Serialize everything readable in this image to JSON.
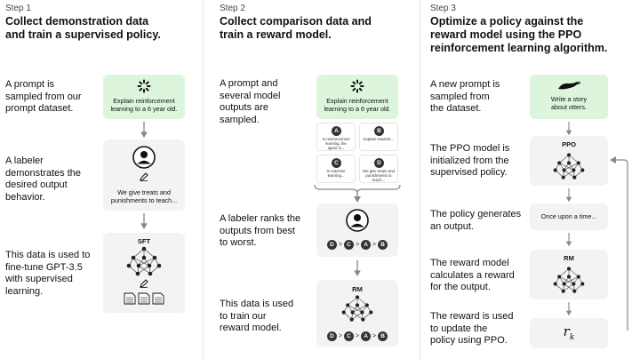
{
  "steps": [
    {
      "step_label": "Step 1",
      "heading": [
        "Collect demonstration data",
        "and train a supervised policy."
      ],
      "descriptions": [
        [
          "A prompt is",
          "sampled from our",
          "prompt dataset."
        ],
        [
          "A labeler",
          "demonstrates the",
          "desired output",
          "behavior."
        ],
        [
          "This data is used to",
          "fine-tune GPT-3.5",
          "with supervised",
          "learning."
        ]
      ],
      "prompt_box": [
        "Explain reinforcement",
        "learning to a 6 year old."
      ],
      "demo_box": [
        "We give treats and",
        "punishments to teach..."
      ],
      "model_label": "SFT"
    },
    {
      "step_label": "Step 2",
      "heading": [
        "Collect comparison data and",
        "train a reward model."
      ],
      "descriptions": [
        [
          "A prompt and",
          "several model",
          "outputs are",
          "sampled."
        ],
        [
          "A labeler ranks the",
          "outputs from best",
          "to worst."
        ],
        [
          "This data is used",
          "to train our",
          "reward model."
        ]
      ],
      "prompt_box": [
        "Explain reinforcement",
        "learning to a 6 year old."
      ],
      "outputs": [
        {
          "letter": "A",
          "text": [
            "In reinforcement",
            "learning, the",
            "agent is..."
          ]
        },
        {
          "letter": "B",
          "text": [
            "Explain rewards..."
          ]
        },
        {
          "letter": "C",
          "text": [
            "In machine",
            "learning..."
          ]
        },
        {
          "letter": "D",
          "text": [
            "We give treats and",
            "punishments to",
            "teach..."
          ]
        }
      ],
      "ranking": [
        "D",
        ">",
        "C",
        ">",
        "A",
        ">",
        "B"
      ],
      "model_label": "RM"
    },
    {
      "step_label": "Step 3",
      "heading": [
        "Optimize a policy against the",
        "reward model using the PPO",
        "reinforcement learning algorithm."
      ],
      "descriptions": [
        [
          "A new prompt is",
          "sampled from",
          "the dataset."
        ],
        [
          "The PPO model is",
          "initialized from the",
          "supervised policy."
        ],
        [
          "The policy generates",
          "an output."
        ],
        [
          "The reward model",
          "calculates a reward",
          "for the output."
        ],
        [
          "The reward is used",
          "to update the",
          "policy using PPO."
        ]
      ],
      "prompt_box": [
        "Write a story",
        "about otters."
      ],
      "ppo_label": "PPO",
      "output_text": "Once upon a time...",
      "rm_label": "RM",
      "reward_symbol": "r",
      "reward_sub": "k"
    }
  ]
}
